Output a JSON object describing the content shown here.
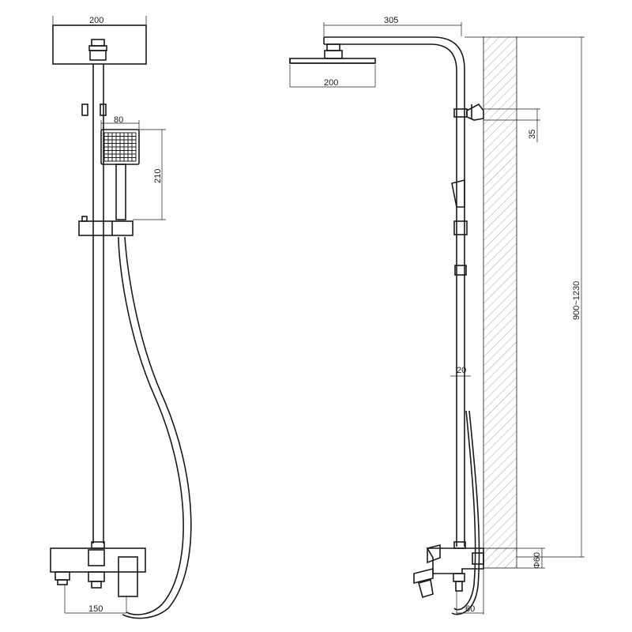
{
  "front_view": {
    "dims": {
      "head_width": "200",
      "hand_shower_width": "80",
      "hand_shower_height": "210",
      "spout_width": "150"
    }
  },
  "side_view": {
    "dims": {
      "arm_reach": "305",
      "head_width": "200",
      "bracket_offset": "35",
      "height_range": "900~1230",
      "pipe_diameter": "20",
      "wall_plate": "Φ60",
      "wall_offset": "60"
    }
  }
}
